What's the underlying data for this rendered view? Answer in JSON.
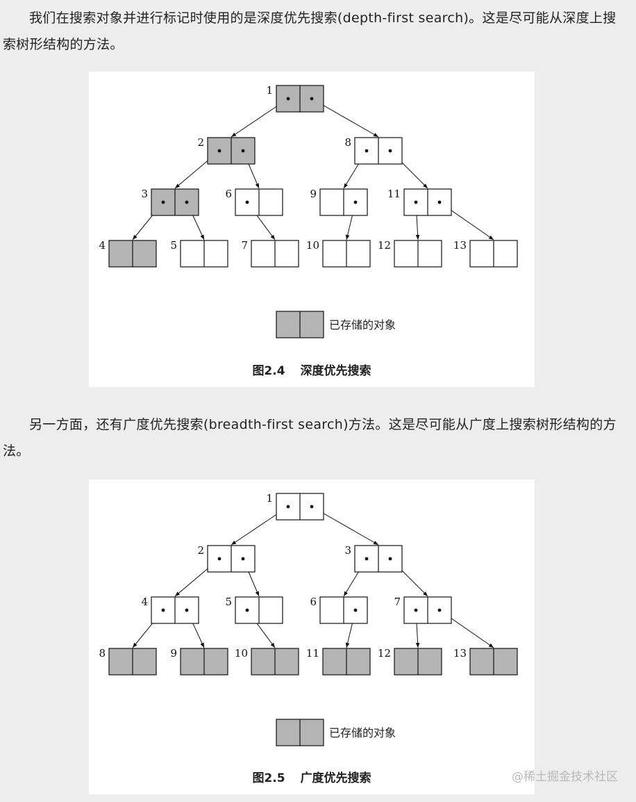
{
  "paragraphs": [
    "我们在搜索对象并进行标记时使用的是深度优先搜索(depth-first search)。这是尽可能从深度上搜索树形结构的方法。",
    "另一方面，还有广度优先搜索(breadth-first search)方法。这是尽可能从广度上搜索树形结构的方法。"
  ],
  "colors": {
    "marked": "#b4b4b4",
    "unmarked": "#ffffff",
    "stroke": "#111111",
    "page": "#ededed"
  },
  "figures": [
    {
      "caption_no": "图2.4",
      "caption_title": "深度优先搜索",
      "legend_label": "已存储的对象",
      "nodes": [
        {
          "label": "1",
          "marked": true
        },
        {
          "label": "2",
          "marked": true
        },
        {
          "label": "8",
          "marked": false
        },
        {
          "label": "3",
          "marked": true
        },
        {
          "label": "6",
          "marked": false
        },
        {
          "label": "9",
          "marked": false
        },
        {
          "label": "11",
          "marked": false
        },
        {
          "label": "4",
          "marked": true
        },
        {
          "label": "5",
          "marked": false
        },
        {
          "label": "7",
          "marked": false
        },
        {
          "label": "10",
          "marked": false
        },
        {
          "label": "12",
          "marked": false
        },
        {
          "label": "13",
          "marked": false
        }
      ]
    },
    {
      "caption_no": "图2.5",
      "caption_title": "广度优先搜索",
      "legend_label": "已存储的对象",
      "nodes": [
        {
          "label": "1",
          "marked": false
        },
        {
          "label": "2",
          "marked": false
        },
        {
          "label": "3",
          "marked": false
        },
        {
          "label": "4",
          "marked": false
        },
        {
          "label": "5",
          "marked": false
        },
        {
          "label": "6",
          "marked": false
        },
        {
          "label": "7",
          "marked": false
        },
        {
          "label": "8",
          "marked": true
        },
        {
          "label": "9",
          "marked": true
        },
        {
          "label": "10",
          "marked": true
        },
        {
          "label": "11",
          "marked": true
        },
        {
          "label": "12",
          "marked": true
        },
        {
          "label": "13",
          "marked": true
        }
      ]
    }
  ],
  "watermark": "@稀土掘金技术社区"
}
